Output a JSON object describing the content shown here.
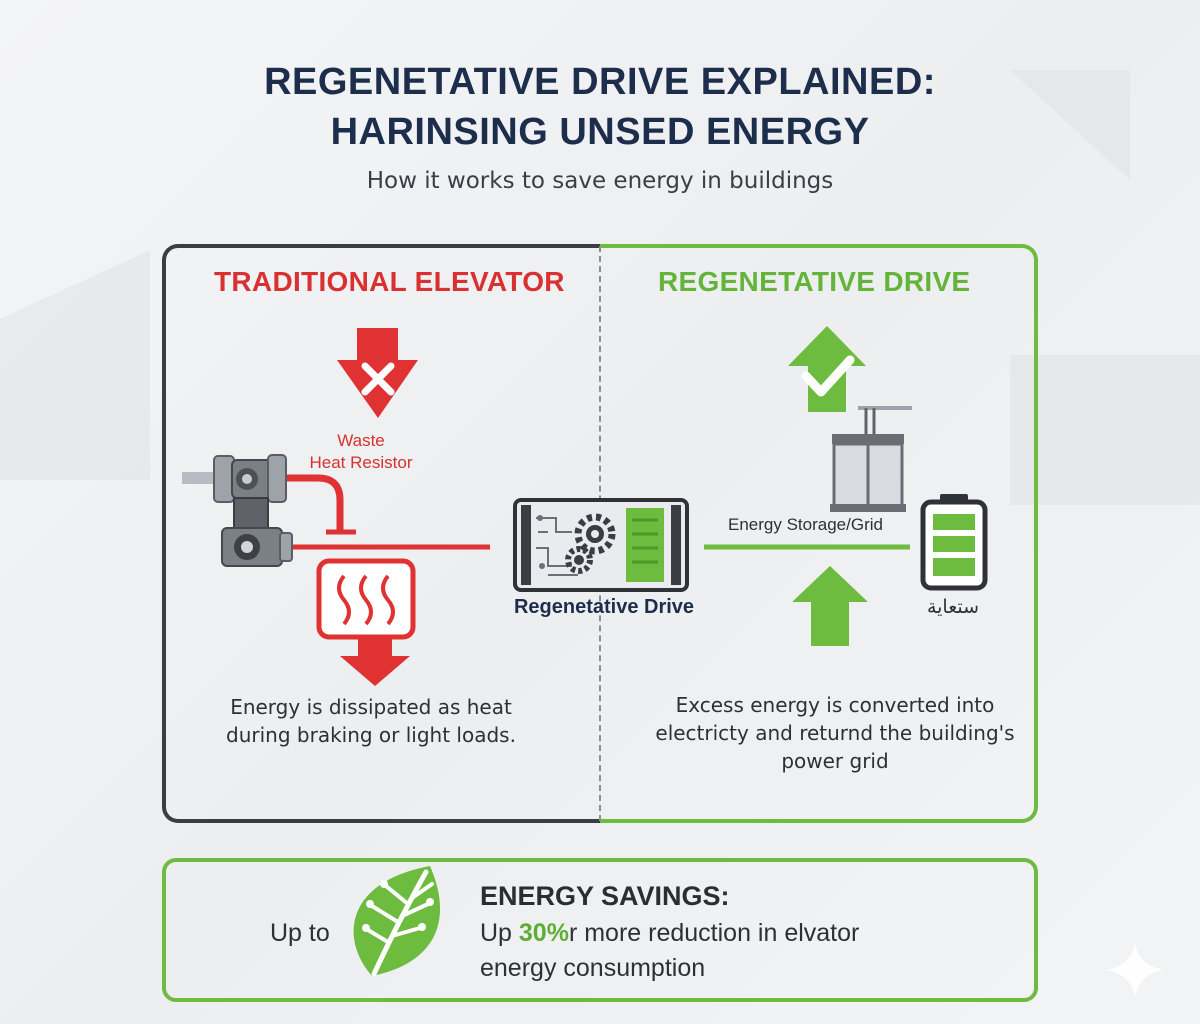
{
  "header": {
    "title_line1": "REGENETATIVE DRIVE EXPLAINED:",
    "title_line2": "HARINSING UNSED ENERGY",
    "subtitle": "How it works to save energy in buildings"
  },
  "traditional": {
    "heading": "TRADITIONAL ELEVATOR",
    "waste_label_line1": "Waste",
    "waste_label_line2": "Heat Resistor",
    "description_line1": "Energy is dissipated as heat",
    "description_line2": "during braking or light loads."
  },
  "center": {
    "drive_label": "Regenetative Drive"
  },
  "regenerative": {
    "heading": "REGENETATIVE DRIVE",
    "storage_label": "Energy Storage/Grid",
    "battery_label": "ستعاية",
    "description_line1": "Excess energy is converted into",
    "description_line2": "electricty and returnd the building's",
    "description_line3": "power grid"
  },
  "savings": {
    "prefix": "Up to",
    "heading": "ENERGY SAVINGS:",
    "line1_start": "Up ",
    "highlight": "30%",
    "line1_end": "r more reduction in elvator",
    "line2": "energy consumption"
  },
  "colors": {
    "navy": "#1d2d4c",
    "red": "#e03232",
    "green": "#6dbb3f",
    "dark_border": "#3a3d42"
  },
  "icons": [
    "red-down-arrow-x-icon",
    "motor-icon",
    "heater-icon",
    "red-down-arrow-icon",
    "circuit-board-icon",
    "green-up-arrow-check-icon",
    "elevator-cabin-icon",
    "battery-icon",
    "green-up-arrow-icon",
    "leaf-icon",
    "sparkle-icon"
  ]
}
